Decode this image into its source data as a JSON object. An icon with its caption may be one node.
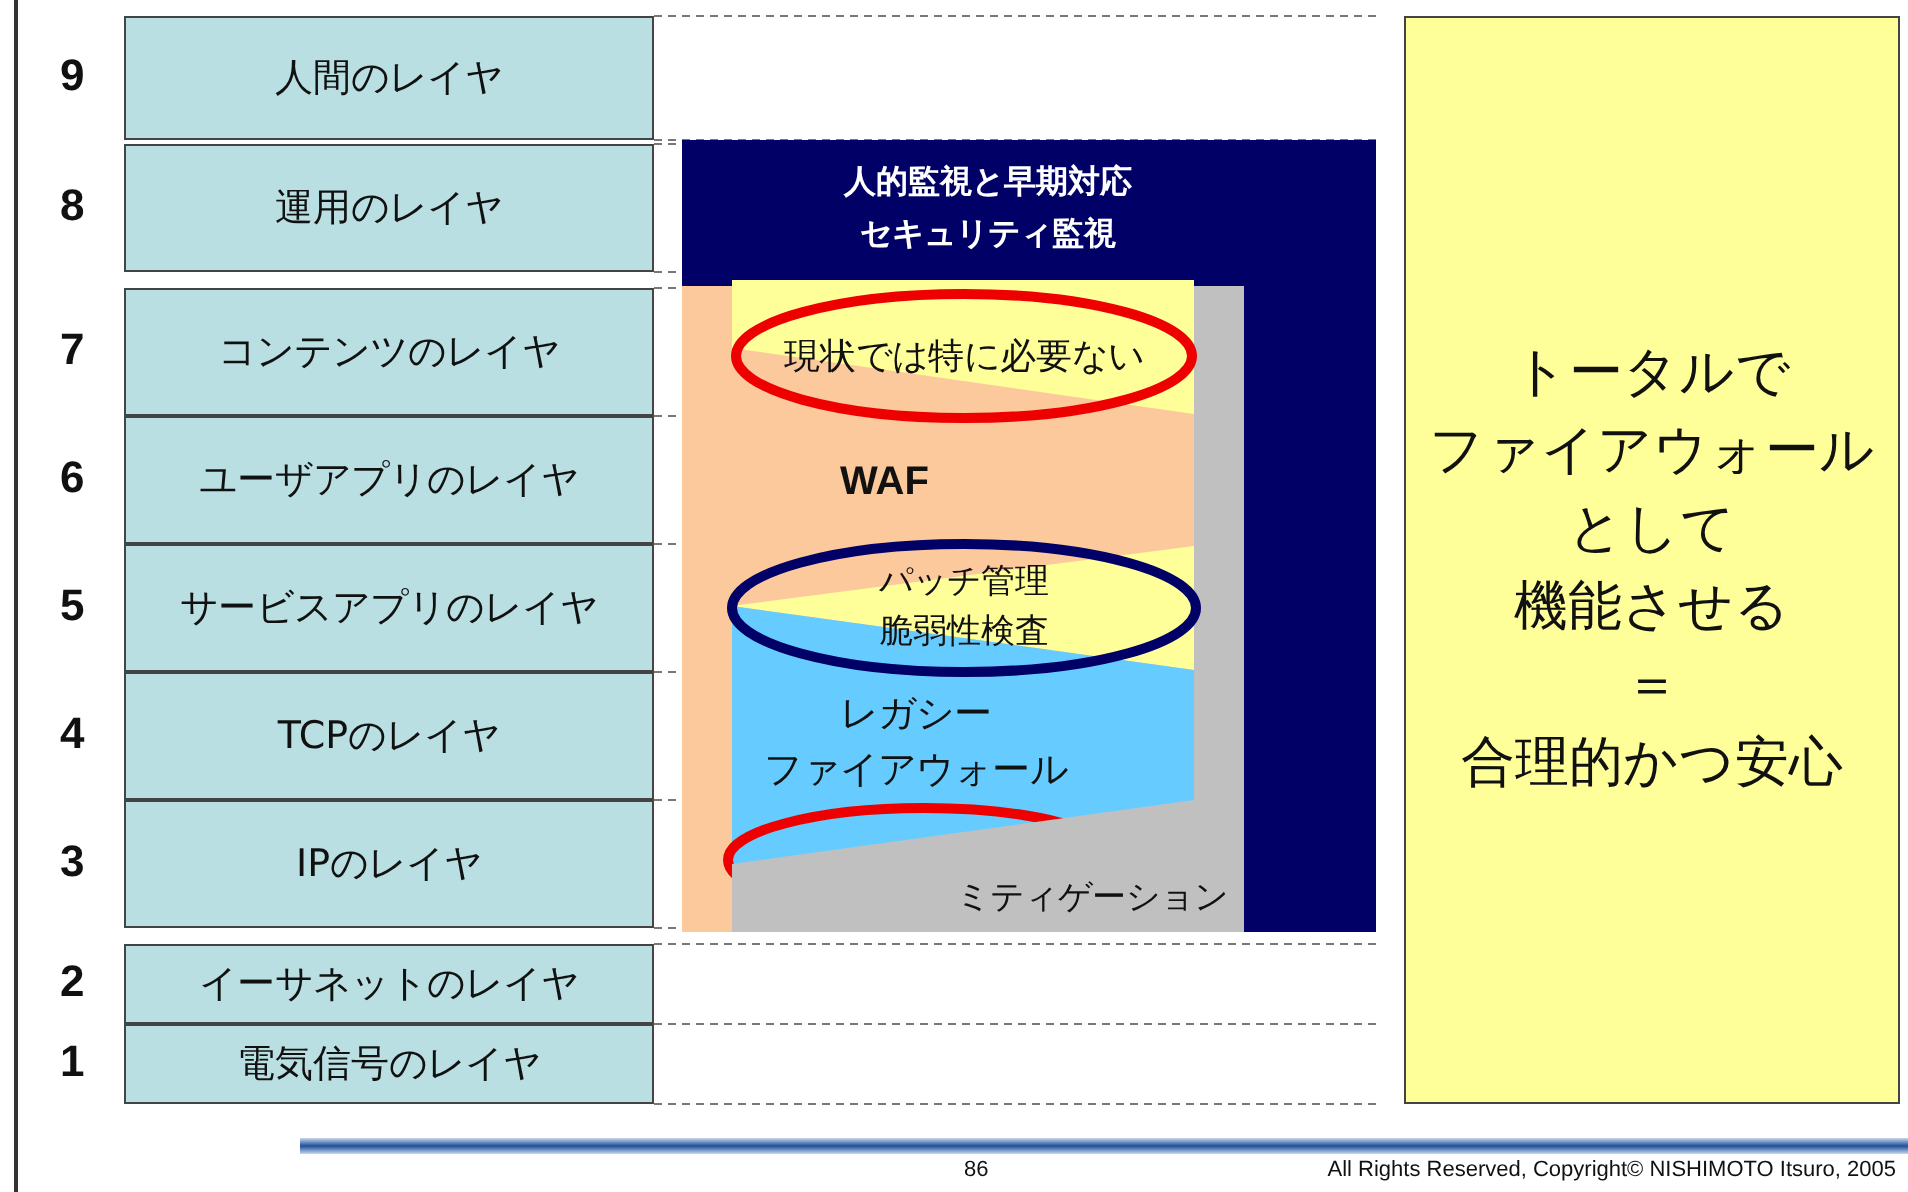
{
  "diagram": {
    "nodes": [
      {
        "text": [
          "人間のレイヤ"
        ],
        "beside": [
          "9"
        ]
      },
      {
        "text": [
          "運用のレイヤ"
        ],
        "beside": [
          "8"
        ]
      },
      {
        "text": [
          "コンテンツのレイヤ"
        ],
        "beside": [
          "7"
        ]
      },
      {
        "text": [
          "ユーザアプリのレイヤ"
        ],
        "beside": [
          "6"
        ]
      },
      {
        "text": [
          "サービスアプリのレイヤ"
        ],
        "beside": [
          "5"
        ]
      },
      {
        "text": [
          "TCPのレイヤ"
        ],
        "beside": [
          "4"
        ]
      },
      {
        "text": [
          "IPのレイヤ"
        ],
        "beside": [
          "3"
        ]
      },
      {
        "text": [
          "イーサネットのレイヤ"
        ],
        "beside": [
          "2"
        ]
      },
      {
        "text": [
          "電気信号のレイヤ"
        ],
        "beside": [
          "1"
        ]
      },
      {
        "text": [
          "人的監視と早期対応セキュリティ監視"
        ]
      },
      {
        "text": [
          "現状では特に必要ない"
        ],
        "in": 9
      },
      {
        "text": [
          "パッチ管理脆弱性検査"
        ],
        "in": 9
      },
      {
        "text": [
          "トータルで",
          "ファイアウォール",
          "として",
          "機能させる",
          "＝",
          "合理的かつ安心"
        ]
      }
    ],
    "edges": [],
    "labels": [
      "WAF",
      "レガシー",
      "ファイアウォール",
      "ミティゲーション",
      "86",
      "All Rights Reserved, Copyright© NISHIMOTO Itsuro, 2005"
    ]
  }
}
